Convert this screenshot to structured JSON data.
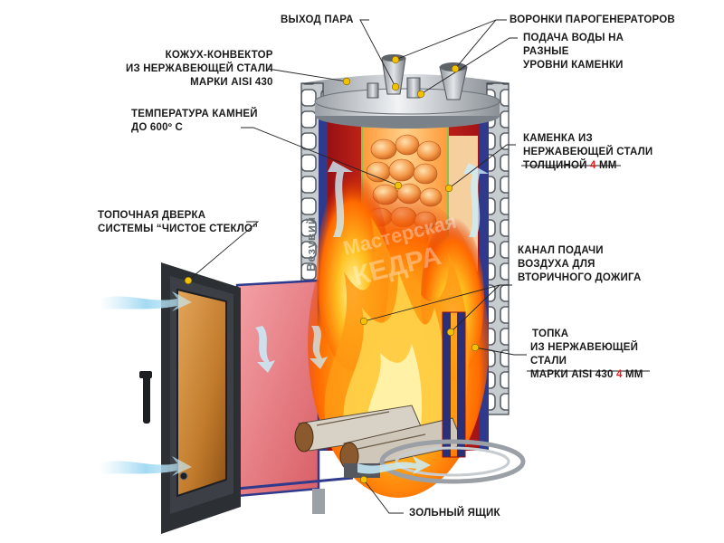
{
  "colors": {
    "accent_red": "#e02020",
    "marker_yellow": "#f2c200",
    "steel": "#b9bec4",
    "steel_dark": "#4a4f55",
    "fire_orange": "#ff8a00",
    "chamber_red": "#b3121a",
    "glass": "#c98a3a",
    "air_blue": "#b6e2f5"
  },
  "watermark": [
    "Мастерская",
    "КЕДРА"
  ],
  "brand_mark": "Везувий",
  "labels": {
    "steam_exit": "ВЫХОД ПАРА",
    "funnels": "ВОРОНКИ ПАРОГЕНЕРАТОРОВ",
    "water_supply": [
      "ПОДАЧА ВОДЫ НА",
      "РАЗНЫЕ",
      "УРОВНИ КАМЕНКИ"
    ],
    "casing": [
      "КОЖУХ-КОНВЕКТОР",
      "ИЗ НЕРЖАВЕЮЩЕЙ СТАЛИ",
      "МАРКИ AISI 430"
    ],
    "stone_temp": [
      "ТЕМПЕРАТУРА КАМНЕЙ",
      "ДО 600º С"
    ],
    "stove_body": [
      "КАМЕНКА ИЗ",
      "НЕРЖАВЕЮЩЕЙ СТАЛИ"
    ],
    "stove_thickness_prefix": "ТОЛЩИНОЙ ",
    "stove_thickness_value": "4",
    "stove_thickness_unit": " ММ",
    "door": [
      "ТОПОЧНАЯ ДВЕРКА",
      "СИСТЕМЫ “ЧИСТОЕ СТЕКЛО”"
    ],
    "air_channel": [
      "КАНАЛ ПОДАЧИ",
      "ВОЗДУХА ДЛЯ",
      "ВТОРИЧНОГО ДОЖИГА"
    ],
    "firebox": [
      "ТОПКА",
      "ИЗ НЕРЖАВЕЮЩЕЙ",
      "СТАЛИ"
    ],
    "firebox_grade_prefix": "МАРКИ AISI 430 ",
    "firebox_grade_value": "4",
    "firebox_grade_unit": " ММ",
    "ash_box": "ЗОЛЬНЫЙ ЯЩИК"
  }
}
